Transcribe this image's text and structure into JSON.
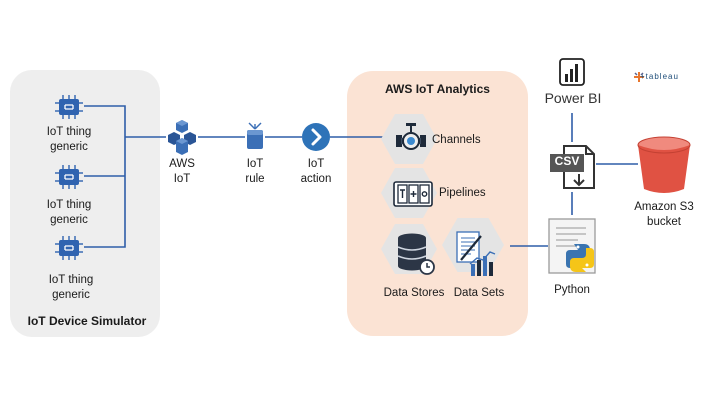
{
  "simulator": {
    "title": "IoT Device Simulator",
    "devices": [
      {
        "line1": "IoT thing",
        "line2": "generic"
      },
      {
        "line1": "IoT thing",
        "line2": "generic"
      },
      {
        "line1": "IoT thing",
        "line2": "generic"
      }
    ]
  },
  "flow": {
    "aws_iot": {
      "line1": "AWS",
      "line2": "IoT"
    },
    "iot_rule": {
      "line1": "IoT",
      "line2": "rule"
    },
    "iot_action": {
      "line1": "IoT",
      "line2": "action"
    }
  },
  "analytics": {
    "title": "AWS IoT Analytics",
    "channels": "Channels",
    "pipelines": "Pipelines",
    "data_stores": "Data Stores",
    "data_sets": "Data Sets"
  },
  "consumers": {
    "power_bi": "Power BI",
    "tableau": "+tableau",
    "csv": "CSV",
    "s3": {
      "line1": "Amazon S3",
      "line2": "bucket"
    },
    "python": "Python"
  },
  "colors": {
    "simulator_bg": "#eeeeee",
    "analytics_bg": "#fbe3d4",
    "wire": "#2f5ea8",
    "chip": "#2f63b0",
    "iot_action": "#2e73b8",
    "s3_red": "#e05243",
    "python_blue": "#3a74b0",
    "python_yellow": "#f5c518"
  }
}
